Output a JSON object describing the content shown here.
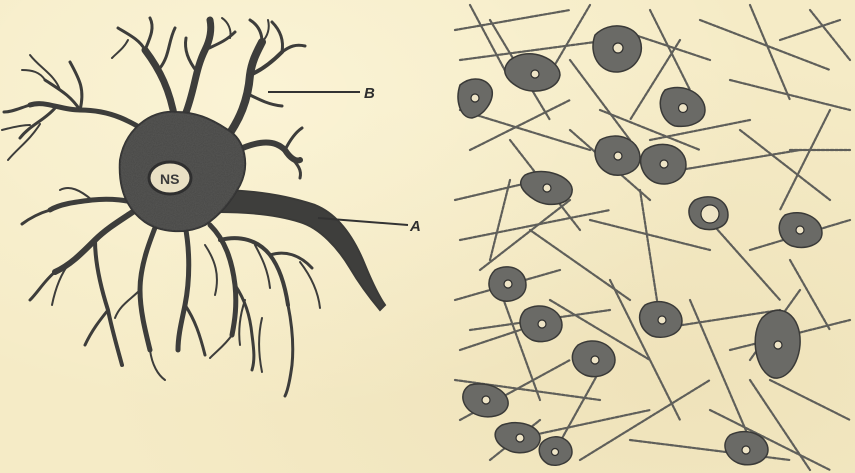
{
  "labels": {
    "b": "B",
    "a": "A",
    "nucleus": "NS"
  },
  "colors": {
    "paper": "#f5ebc6",
    "ink": "#3b3b3b",
    "ink_light": "#6e6e68",
    "cell_fill": "#4a4a48",
    "nucleus_fill": "#e9e0c4"
  }
}
